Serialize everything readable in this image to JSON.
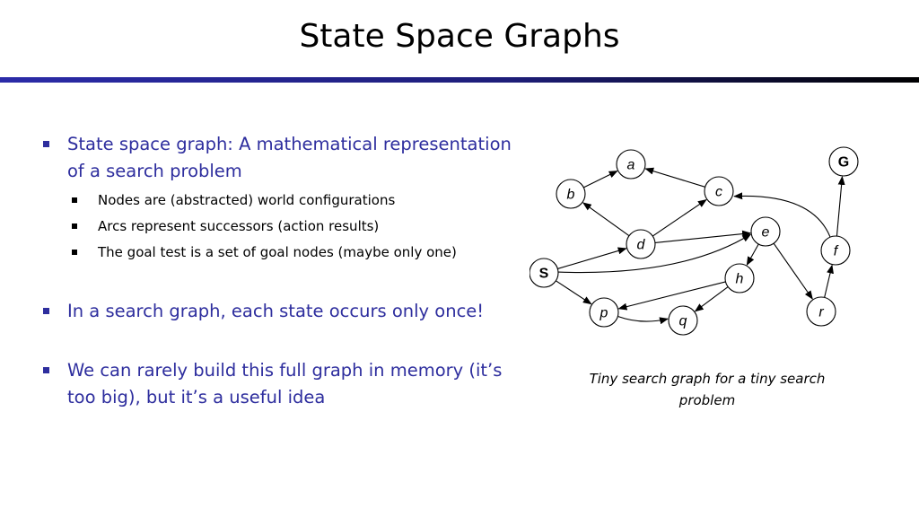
{
  "title": "State Space Graphs",
  "bullets": [
    {
      "text": "State space graph: A mathematical representation of a search problem",
      "sub": [
        "Nodes are (abstracted) world configurations",
        "Arcs represent successors (action results)",
        "The goal test is a set of goal nodes (maybe only one)"
      ]
    },
    {
      "text": "In a search graph, each state occurs only once!"
    },
    {
      "text": "We can rarely build this full graph in memory (it’s too big), but it’s a useful idea"
    }
  ],
  "graph": {
    "nodes": [
      "a",
      "b",
      "c",
      "d",
      "e",
      "f",
      "G",
      "h",
      "p",
      "q",
      "r",
      "S"
    ],
    "edges": [
      [
        "b",
        "a"
      ],
      [
        "c",
        "a"
      ],
      [
        "f",
        "c"
      ],
      [
        "d",
        "b"
      ],
      [
        "d",
        "c"
      ],
      [
        "d",
        "e"
      ],
      [
        "S",
        "d"
      ],
      [
        "S",
        "e"
      ],
      [
        "S",
        "p"
      ],
      [
        "e",
        "h"
      ],
      [
        "e",
        "r"
      ],
      [
        "h",
        "p"
      ],
      [
        "h",
        "q"
      ],
      [
        "p",
        "q"
      ],
      [
        "r",
        "f"
      ],
      [
        "f",
        "G"
      ]
    ],
    "caption": "Tiny search graph for a tiny search problem"
  }
}
